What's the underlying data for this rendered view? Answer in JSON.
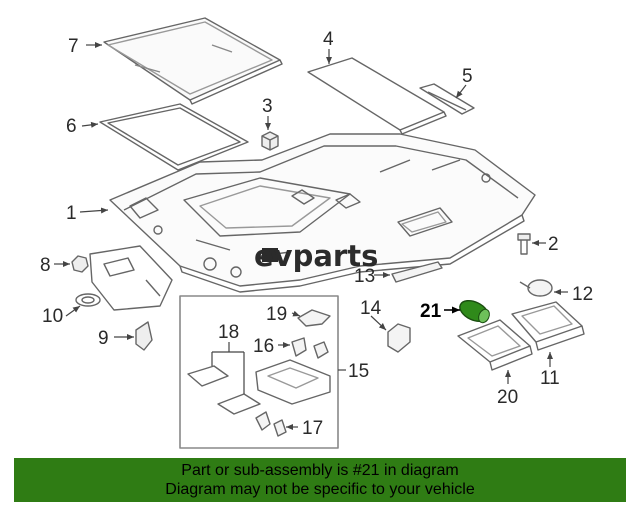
{
  "logo": {
    "text": "evparts"
  },
  "callouts": [
    "1",
    "2",
    "3",
    "4",
    "5",
    "6",
    "7",
    "8",
    "9",
    "10",
    "11",
    "12",
    "13",
    "14",
    "15",
    "16",
    "17",
    "18",
    "19",
    "20",
    "21"
  ],
  "highlight": {
    "part_number": "21",
    "color": "#2f8a1a"
  },
  "banner": {
    "line1": "Part or sub-assembly is #21 in diagram",
    "line2": "Diagram may not be specific to your vehicle",
    "background": "#2f7c14"
  }
}
